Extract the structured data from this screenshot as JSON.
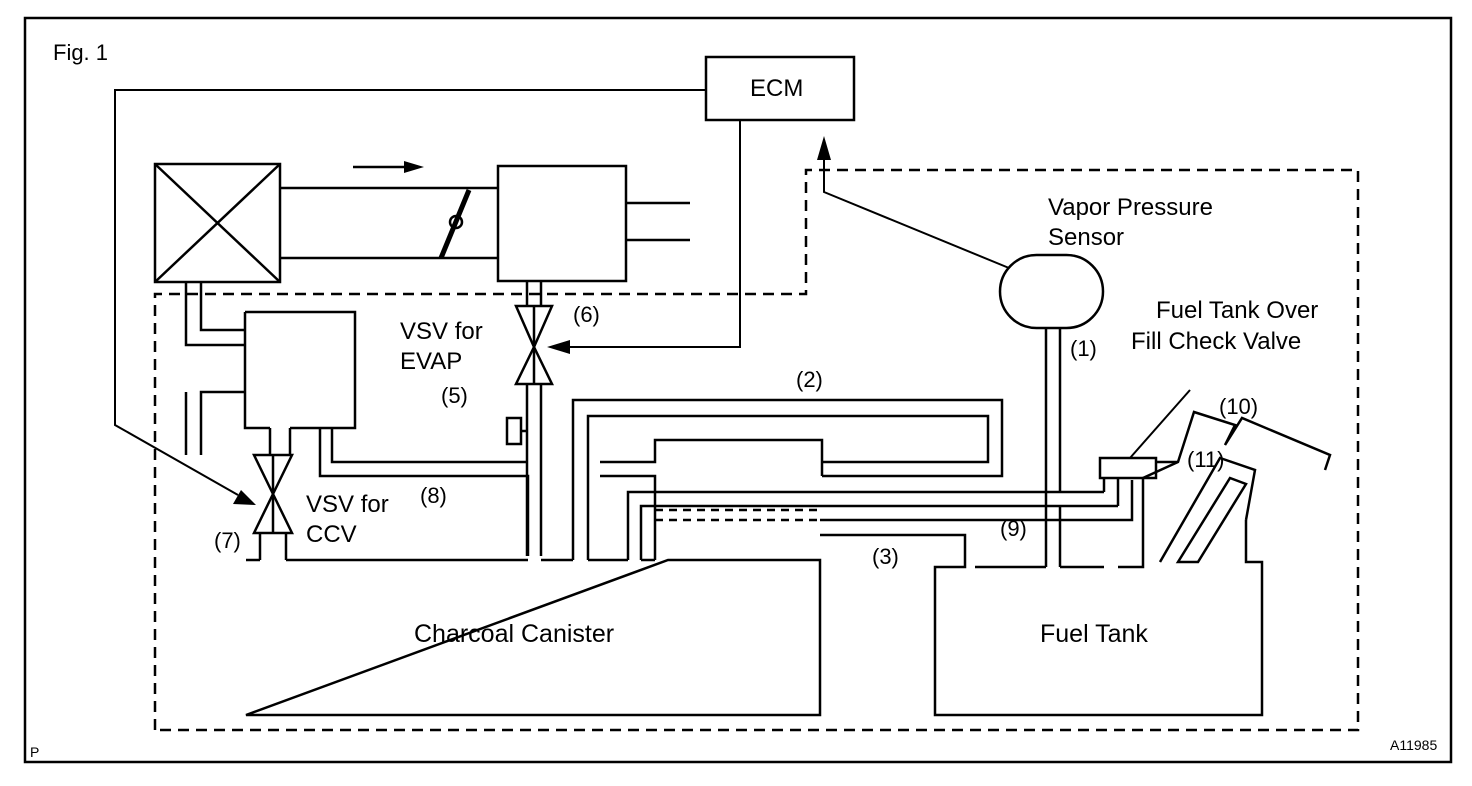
{
  "figure_label": "Fig. 1",
  "figure_code": "A11985",
  "corner_mark": "P",
  "components": {
    "ecm": "ECM",
    "vapor_pressure_sensor": [
      "Vapor Pressure",
      "Sensor"
    ],
    "fuel_tank_over_fill_check_valve": [
      "Fuel Tank Over",
      "Fill Check Valve"
    ],
    "vsv_for_evap": [
      "VSV for",
      "EVAP"
    ],
    "vsv_for_ccv": [
      "VSV for",
      "CCV"
    ],
    "charcoal_canister": "Charcoal Canister",
    "fuel_tank": "Fuel Tank"
  },
  "callouts": [
    "(1)",
    "(2)",
    "(3)",
    "(5)",
    "(6)",
    "(7)",
    "(8)",
    "(9)",
    "(10)",
    "(11)"
  ]
}
